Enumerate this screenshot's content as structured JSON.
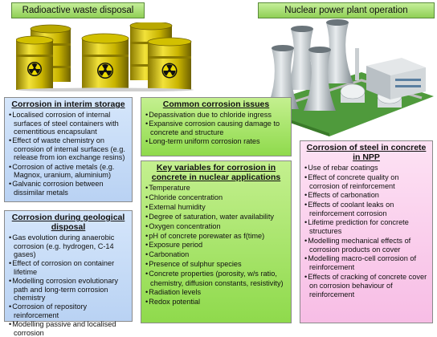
{
  "headers": {
    "waste": "Radioactive waste disposal",
    "npp": "Nuclear power plant operation"
  },
  "interim": {
    "title": "Corrosion in interim storage",
    "items": [
      "Localised corrosion of internal surfaces of steel containers with cementitious encapsulant",
      "Effect of waste chemistry on corrosion of internal surfaces (e.g. release from ion exchange resins)",
      "Corrosion of active metals (e.g. Magnox, uranium, aluminium)",
      "Galvanic corrosion between dissimilar metals"
    ]
  },
  "geological": {
    "title": "Corrosion during geological disposal",
    "items": [
      "Gas evolution during anaerobic corrosion (e.g. hydrogen, C-14 gases)",
      "Effect of corrosion on container lifetime",
      "Modelling corrosion evolutionary path and long-term corrosion chemistry",
      "Corrosion of repository reinforcement",
      "Modelling passive and localised corrosion"
    ]
  },
  "common": {
    "title": "Common corrosion issues",
    "items": [
      "Depassivation due to chloride ingress",
      "Expansive corrosion causing damage to concrete and structure",
      "Long-term uniform corrosion rates"
    ]
  },
  "key": {
    "title": "Key variables for corrosion in concrete in nuclear applications",
    "items": [
      "Temperature",
      "Chloride concentration",
      "External humidity",
      "Degree of saturation, water availability",
      "Oxygen concentration",
      "pH of concrete porewater as f(time)",
      "Exposure period",
      "Carbonation",
      "Presence of sulphur species",
      "Concrete properties (porosity, w/s ratio, chemistry, diffusion constants, resistivity)",
      "Radiation levels",
      "Redox potential"
    ]
  },
  "npp_panel": {
    "title": "Corrosion of steel in concrete in NPP",
    "items": [
      "Use of rebar coatings",
      "Effect of concrete quality on corrosion of reinforcement",
      "Effects of carbonation",
      "Effects of coolant leaks on reinforcement corrosion",
      "Lifetime prediction for concrete structures",
      "Modelling mechanical effects of corrosion products on cover",
      "Modelling macro-cell corrosion of reinforcement",
      "Effects of cracking of concrete cover on corrosion behaviour of reinforcement"
    ]
  },
  "colors": {
    "header_green": "#8fcf55",
    "panel_blue": "#c6dcf7",
    "panel_green": "#a6e268",
    "panel_pink": "#fad0ed",
    "barrel_yellow": "#d9c400"
  },
  "icons": {
    "barrels": "radiation-barrels-illustration",
    "plant": "nuclear-plant-illustration"
  }
}
